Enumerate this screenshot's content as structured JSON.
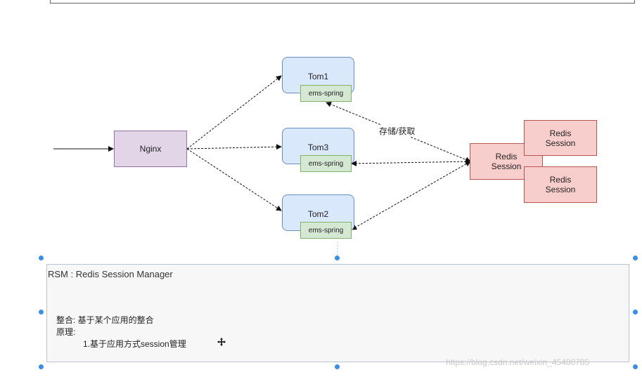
{
  "nodes": {
    "nginx": "Nginx",
    "tom1": "Tom1",
    "tom3": "Tom3",
    "tom2": "Tom2",
    "ems": "ems-spring",
    "redis_main": "Redis\nSession",
    "redis_top": "Redis\nSession",
    "redis_bottom": "Redis\nSession"
  },
  "edge_label": "存储/获取",
  "textbox": {
    "title": "RSM : Redis Session Manager",
    "line1": "整合: 基于某个应用的整合",
    "line2": "原理:",
    "line3": "1.基于应用方式session管理"
  },
  "watermark": "https://blog.csdn.net/weixin_45480785",
  "colors": {
    "nginx_fill": "#e1d5e7",
    "tom_fill": "#dae8fc",
    "ems_fill": "#d5e8d4",
    "redis_fill": "#f8cecc",
    "selection_handle": "#3b8ee8"
  },
  "icons": [
    "move-icon",
    "selection-handle"
  ]
}
